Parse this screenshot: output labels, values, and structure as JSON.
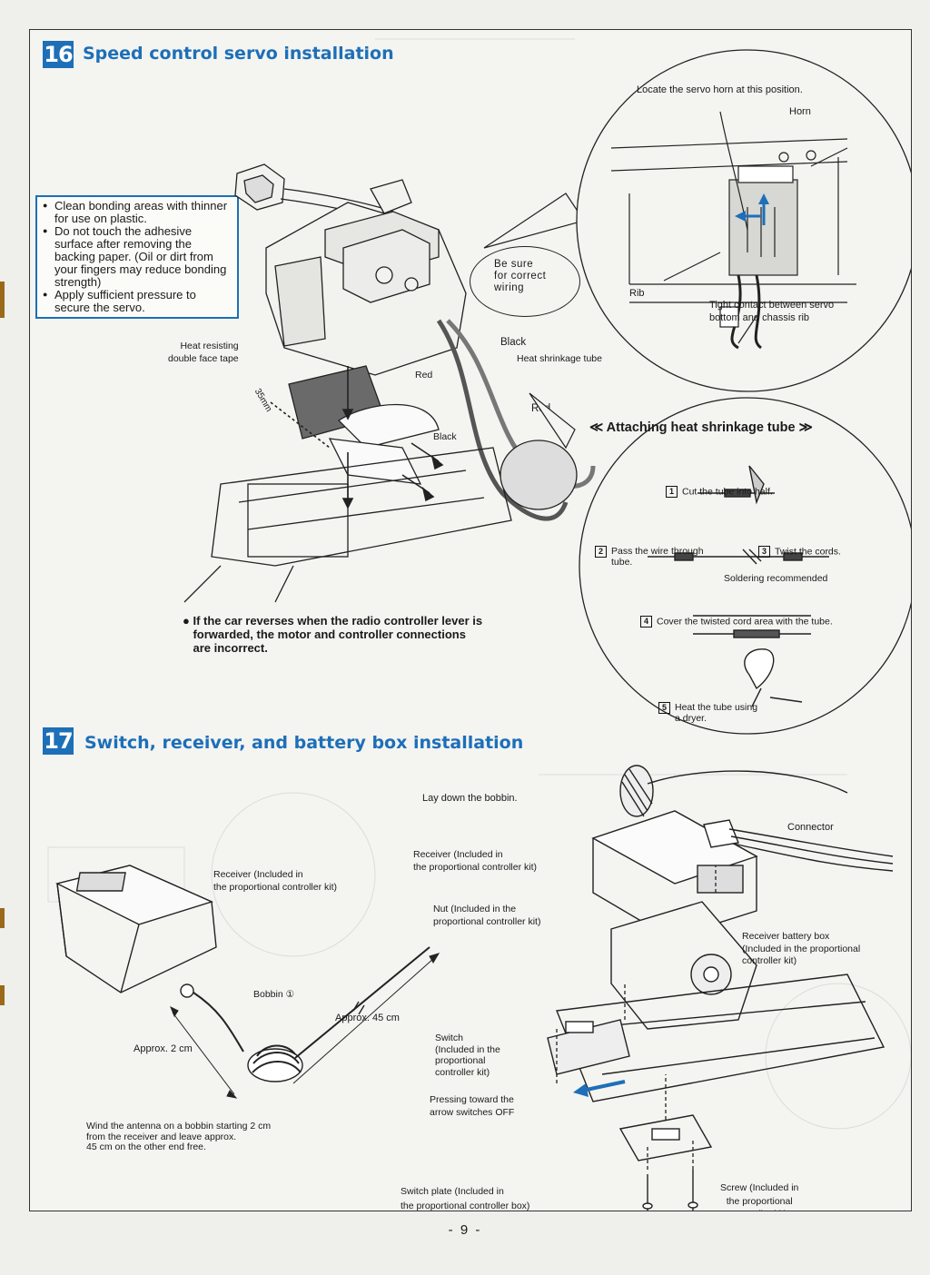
{
  "section16": {
    "number": "16",
    "title": "Speed control servo installation",
    "notes": [
      "Clean bonding areas with thinner for use on plastic.",
      "Do not touch the adhesive surface after removing the backing paper. (Oil or dirt from your fingers may reduce bonding strength)",
      "Apply sufficient pressure to secure the servo."
    ],
    "labels": {
      "tape": "Heat resisting\ndouble face tape",
      "dim": "35mm",
      "red1": "Red",
      "black1": "Black",
      "heat_shrink": "Heat shrinkage tube",
      "red2": "Red",
      "black2": "Black",
      "be_sure": "Be sure\nfor correct\nwiring"
    },
    "warning": "If the car reverses when the radio controller lever is forwarded, the motor and controller connections are incorrect.",
    "detail": {
      "locate": "Locate the servo horn at this position.",
      "horn": "Horn",
      "rib": "Rib",
      "tight": "Tight contact between servo\nbottom and chassis rib"
    },
    "heat_shrink": {
      "title": "≪ Attaching heat shrinkage tube ≫",
      "steps": [
        {
          "num": "1",
          "text": "Cut the tube into half."
        },
        {
          "num": "2",
          "text": "Pass the wire through\ntube."
        },
        {
          "num": "3",
          "text": "Twist the cords."
        },
        {
          "num": "4",
          "text": "Cover the twisted cord area with the tube."
        },
        {
          "num": "5",
          "text": "Heat the tube using\na dryer."
        }
      ],
      "soldering": "Soldering recommended"
    }
  },
  "section17": {
    "number": "17",
    "title": "Switch, receiver, and battery box installation",
    "labels": {
      "receiver_left": "Receiver (Included in\nthe proportional controller kit)",
      "bobbin": "Bobbin ①",
      "approx45": "Approx. 45 cm",
      "approx2": "Approx. 2 cm",
      "wind": "Wind the antenna on a bobbin starting 2 cm\nfrom the receiver and leave approx.\n45 cm on the other end free.",
      "lay_down": "Lay down the bobbin.",
      "receiver_right": "Receiver (Included in\nthe proportional controller kit)",
      "nut": "Nut (Included in the\nproportional controller kit)",
      "connector": "Connector",
      "battery_box": "Receiver battery box\n(Included in the proportional\ncontroller kit)",
      "switch": "Switch\n(Included in the\nproportional\ncontroller kit)",
      "pressing": "Pressing toward the\narrow switches OFF",
      "switch_plate": "Switch plate (Included in\nthe proportional controller box)",
      "screw": "Screw (Included in\nthe proportional\ncontroller kit)"
    }
  },
  "footer": {
    "page": "- 9 -"
  },
  "colors": {
    "accent": "#1d6fb8",
    "paper": "#f4f4f1"
  }
}
